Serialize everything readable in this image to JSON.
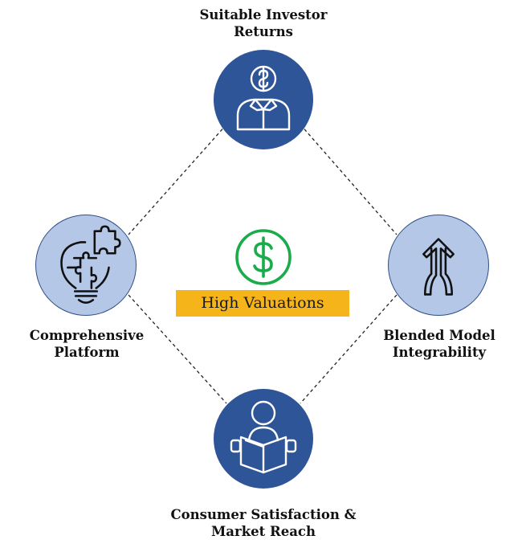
{
  "diagram": {
    "center": {
      "label": "High Valuations",
      "icon": "dollar-circle-icon",
      "icon_color": "#1aac4a",
      "banner_color": "#f4b41a"
    },
    "nodes": {
      "top": {
        "label_line1": "Suitable Investor",
        "label_line2": "Returns",
        "icon": "investor-icon"
      },
      "left": {
        "label_line1": "Comprehensive",
        "label_line2": "Platform",
        "icon": "puzzle-lightbulb-icon"
      },
      "right": {
        "label_line1": "Blended Model",
        "label_line2": "Integrability",
        "icon": "merge-arrow-icon"
      },
      "bottom": {
        "label_line1": "Consumer Satisfaction &",
        "label_line2": "Market Reach",
        "icon": "reader-icon"
      }
    },
    "colors": {
      "dark_node": "#2e5597",
      "light_node": "#b4c7e7"
    }
  }
}
